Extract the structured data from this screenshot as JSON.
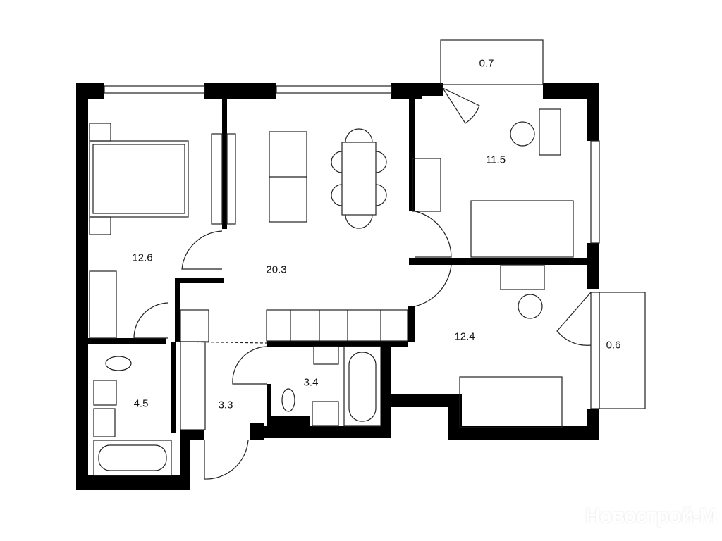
{
  "plan": {
    "rooms": [
      {
        "name": "balcony-top",
        "area": "0.7"
      },
      {
        "name": "bedroom-right-top",
        "area": "11.5"
      },
      {
        "name": "bedroom-left",
        "area": "12.6"
      },
      {
        "name": "living-kitchen",
        "area": "20.3"
      },
      {
        "name": "bedroom-right-bottom",
        "area": "12.4"
      },
      {
        "name": "balcony-right",
        "area": "0.6"
      },
      {
        "name": "bathroom-left",
        "area": "4.5"
      },
      {
        "name": "bathroom-center",
        "area": "3.4"
      },
      {
        "name": "hallway",
        "area": "3.3"
      }
    ],
    "watermark": "Новострой-М",
    "colors": {
      "wall": "#000000",
      "line": "#222222",
      "background": "#ffffff"
    }
  }
}
